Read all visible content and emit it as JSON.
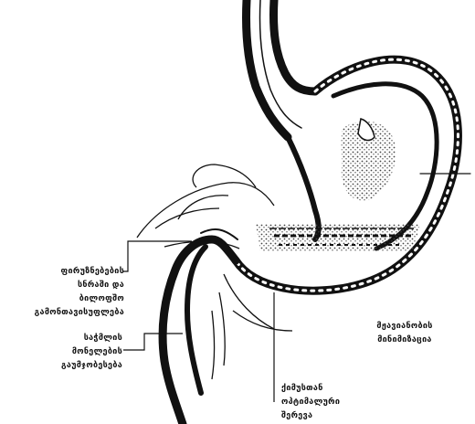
{
  "labels": {
    "left_top": [
      "ფირუზნებების",
      "სნრაში და",
      "ბილოფშო",
      "გამონთავისუფლება"
    ],
    "left_mid": [
      "საჭმლის",
      "მონელების",
      "გაუმჯობესება"
    ],
    "right_mid": [
      "მჟავიანობის",
      "მინიმიზაცია"
    ],
    "bottom": [
      "ქიმუსთან",
      "ოპტიმალური",
      "შერევა"
    ]
  },
  "colors": {
    "ink": "#111111",
    "background": "#ffffff",
    "stipple": "#444444"
  }
}
